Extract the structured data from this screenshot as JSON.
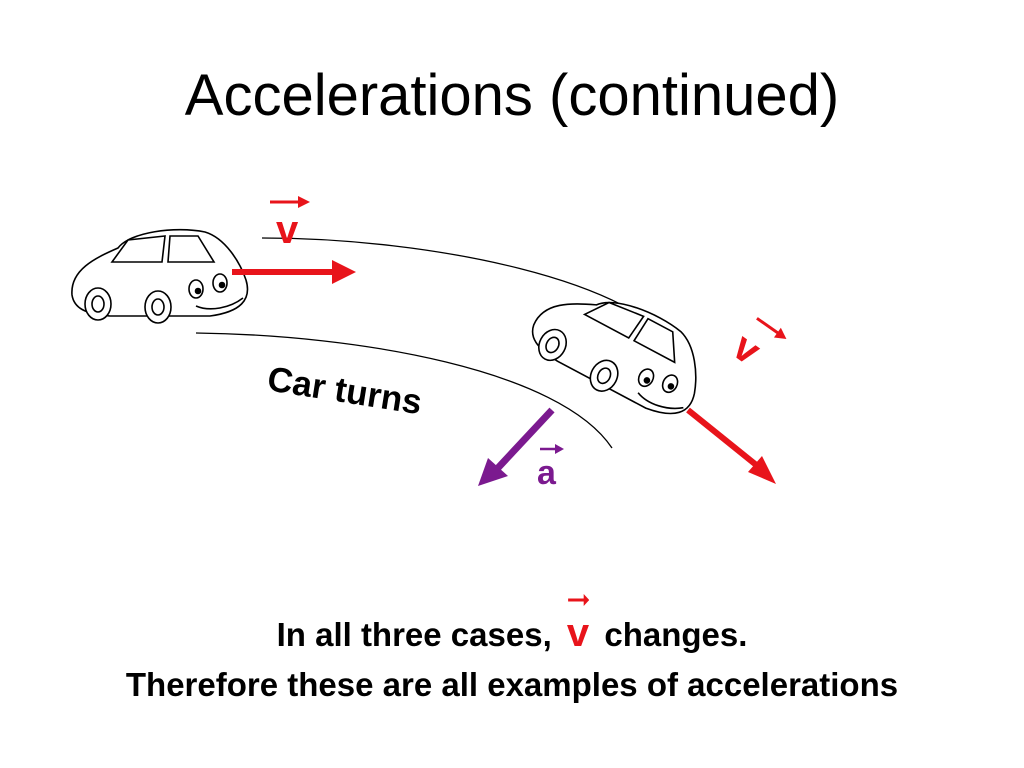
{
  "slide": {
    "title": "Accelerations (continued)",
    "diagram": {
      "label_turn": "Car turns",
      "velocity_symbol": "v",
      "acceleration_symbol": "a",
      "colors": {
        "velocity": "#e8141b",
        "acceleration": "#7b1a8f",
        "outline": "#000000"
      }
    },
    "caption": {
      "line1_before": "In all three cases,",
      "line1_symbol": "v",
      "line1_after": "changes.",
      "line2": "Therefore these are all examples of accelerations"
    }
  }
}
